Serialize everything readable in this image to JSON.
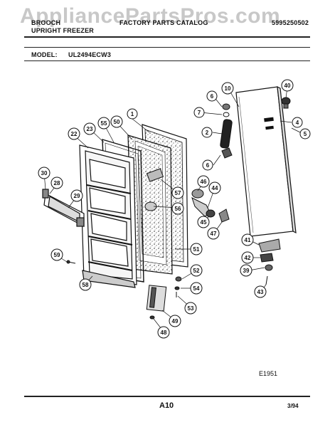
{
  "watermark": "AppliancePartsPros.com",
  "header": {
    "brand": "BROOCH",
    "product": "UPRIGHT FREEZER",
    "catalog": "FACTORY PARTS CATALOG",
    "doc_number": "5995250502",
    "model_label": "MODEL:",
    "model_value": "UL2494ECW3"
  },
  "diagram": {
    "part_numbers": [
      "1",
      "2",
      "4",
      "5",
      "6",
      "6",
      "7",
      "10",
      "22",
      "23",
      "28",
      "29",
      "30",
      "39",
      "40",
      "41",
      "42",
      "43",
      "44",
      "45",
      "46",
      "47",
      "48",
      "49",
      "50",
      "51",
      "52",
      "53",
      "54",
      "55",
      "56",
      "57",
      "58",
      "59"
    ],
    "figure_code": "E1951"
  },
  "footer": {
    "page": "A10",
    "date": "3/94"
  }
}
